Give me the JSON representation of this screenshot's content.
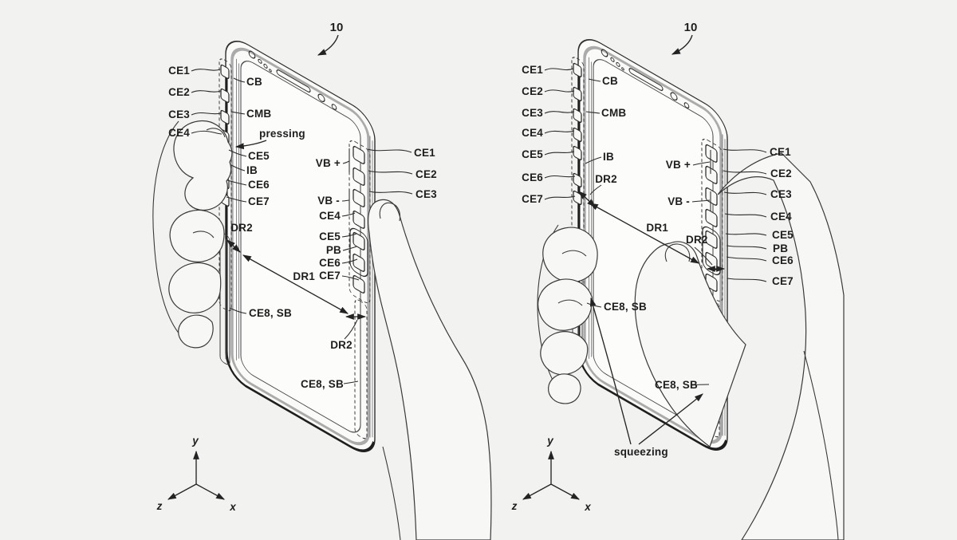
{
  "page": {
    "background": "#f2f2f0",
    "ink": "#2b2b2b",
    "glass_band_color": "#a6a6a6"
  },
  "left_diagram": {
    "ref_label": "10",
    "press_label": "pressing",
    "outer_left_labels": [
      "CE1",
      "CE2",
      "CE3",
      "CE4"
    ],
    "inner_left_labels": [
      "CB",
      "CMB",
      "CE5",
      "IB",
      "CE6",
      "CE7"
    ],
    "edge_dr2": "DR2",
    "dr1": "DR1",
    "bottom_dr2": "DR2",
    "left_strip": "CE8, SB",
    "bottom_strip": "CE8, SB",
    "volt_plus": "VB +",
    "volt_minus": "VB -",
    "right_inner_labels": [
      "CE4",
      "CE5",
      "PB",
      "CE6",
      "CE7"
    ],
    "right_outer_labels": [
      "CE1",
      "CE2",
      "CE3"
    ],
    "axis_x": "x",
    "axis_y": "y",
    "axis_z": "z"
  },
  "right_diagram": {
    "ref_label": "10",
    "squeeze_label": "squeezing",
    "outer_left_labels": [
      "CE1",
      "CE2",
      "CE3",
      "CE4",
      "CE5",
      "CE6",
      "CE7"
    ],
    "inner_left_labels": [
      "CB",
      "CMB",
      "IB"
    ],
    "edge_dr2": "DR2",
    "dr1": "DR1",
    "right_dr2": "DR2",
    "left_strip": "CE8, SB",
    "bottom_strip": "CE8, SB",
    "volt_plus": "VB +",
    "volt_minus": "VB -",
    "right_outer_labels": [
      "CE1",
      "CE2",
      "CE3",
      "CE4",
      "CE5",
      "PB",
      "CE6",
      "CE7"
    ],
    "axis_x": "x",
    "axis_y": "y",
    "axis_z": "z"
  }
}
